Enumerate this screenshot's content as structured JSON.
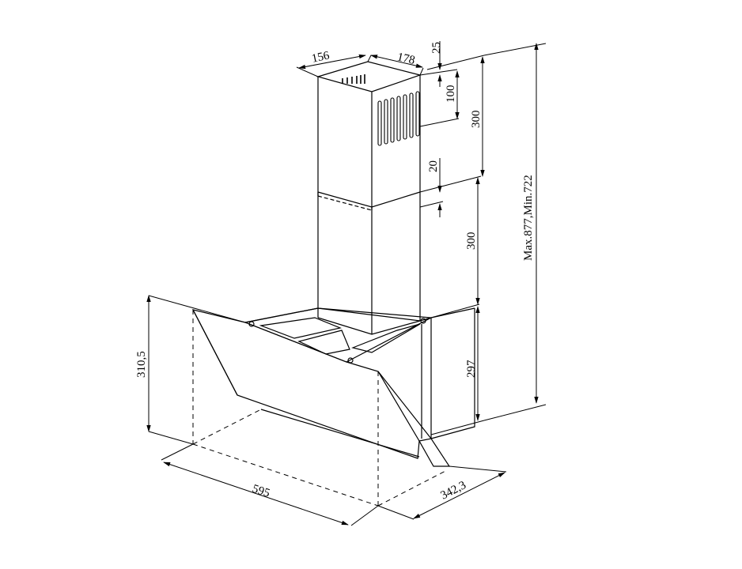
{
  "diagram": {
    "line_color": "#000000",
    "background": "#ffffff",
    "dimensions": {
      "chimney_width": "156",
      "chimney_depth": "178",
      "top_offset": "25",
      "vent_height": "100",
      "upper_chimney_height": "300",
      "overlap": "20",
      "lower_chimney_height": "300",
      "hood_body_height": "297",
      "total_height": "Max.877,Min.722",
      "canopy_height": "310,5",
      "hood_width": "595",
      "hood_depth": "342,3"
    }
  }
}
